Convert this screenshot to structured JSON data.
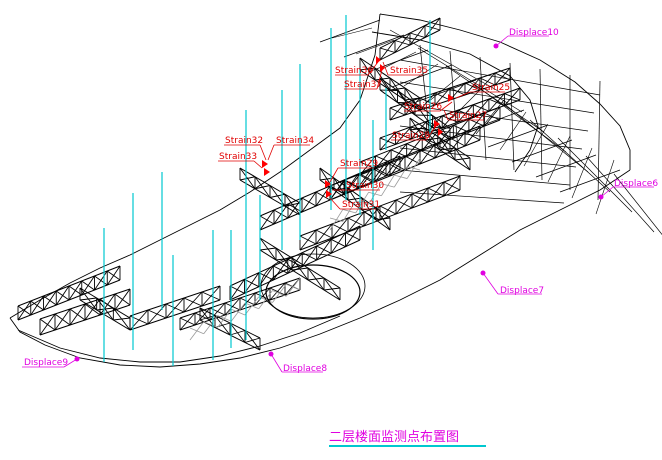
{
  "title": "二层楼面监测点布置图",
  "colors": {
    "background": "#ffffff",
    "structure": "#000000",
    "column": "#00c8d0",
    "strain_label": "#e00000",
    "displace_label": "#e000e0",
    "title_text": "#e000e0",
    "title_underline": "#00c8d0"
  },
  "labels": {
    "displace10": "Displace10",
    "displace6": "Displace6",
    "displace7": "Displace7",
    "displace8": "Displace8",
    "displace9": "Displace9",
    "strain25": "Strain25",
    "strain26": "Strain26",
    "strain27": "Strain27",
    "strain28": "Strain28",
    "strain29": "Strain29",
    "strain30": "Strain30",
    "strain31": "Strain31",
    "strain32": "Strain32",
    "strain33": "Strain33",
    "strain34": "Strain34",
    "strain35": "Strain35",
    "strain36": "Strain36",
    "strain37": "Strain37"
  }
}
